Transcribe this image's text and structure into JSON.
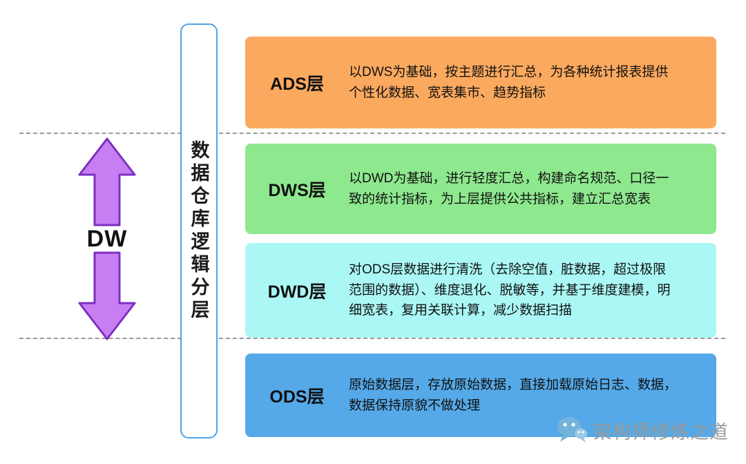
{
  "diagram": {
    "title": "数据仓库逻辑分层"
  },
  "dw_arrow": {
    "label": "DW",
    "fill": "#c67ef2",
    "stroke": "#7e2fc2"
  },
  "pillar": {
    "title": "数据仓库逻辑分层",
    "border_color": "#4da3e8"
  },
  "layers": [
    {
      "label": "ADS层",
      "color": "#fba95e",
      "description": "以DWS为基础，按主题进行汇总，为各种统计报表提供个性化数据、宽表集市、趋势指标"
    },
    {
      "label": "DWS层",
      "color": "#8ee88e",
      "description": "以DWD为基础，进行轻度汇总，构建命名规范、口径一致的统计指标，为上层提供公共指标，建立汇总宽表"
    },
    {
      "label": "DWD层",
      "color": "#aaf7f5",
      "description": "对ODS层数据进行清洗（去除空值，脏数据，超过极限范围的数据）、维度退化、脱敏等，并基于维度建模，明细宽表，复用关联计算，减少数据扫描"
    },
    {
      "label": "ODS层",
      "color": "#55a9e8",
      "description": "原始数据层，存放原始数据，直接加载原始日志、数据，数据保持原貌不做处理"
    }
  ],
  "watermark": {
    "text": "架构师修炼之道",
    "color": "#9a9a9a",
    "icon": "wechat-logo-icon",
    "icon_color": "#74b3d9"
  }
}
